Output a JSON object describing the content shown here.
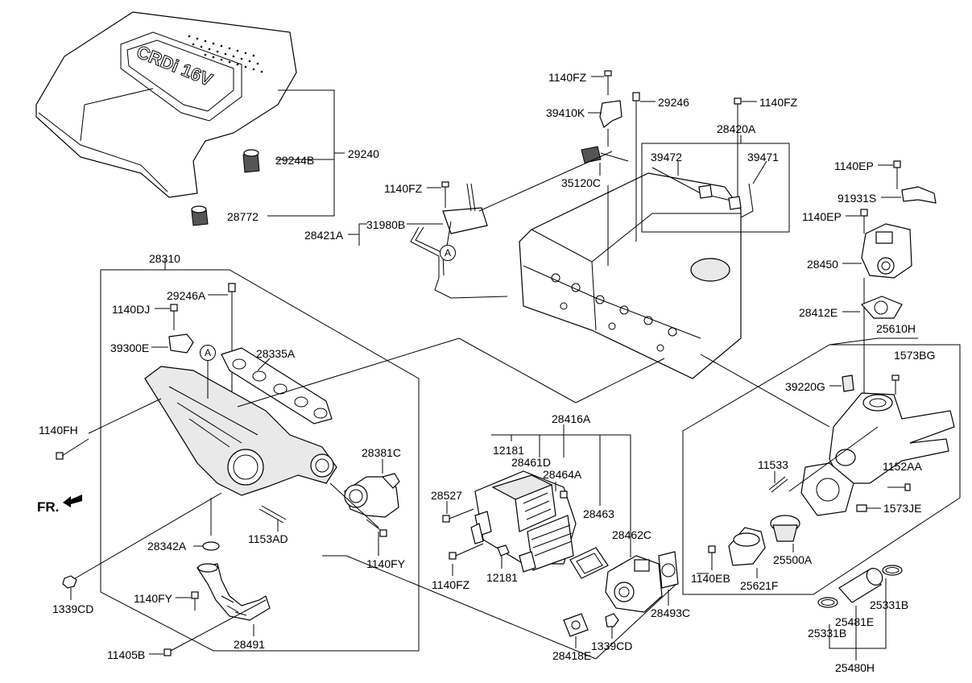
{
  "labels": [
    {
      "id": "29240",
      "text": "29240"
    },
    {
      "id": "29244B",
      "text": "29244B"
    },
    {
      "id": "28772",
      "text": "28772"
    },
    {
      "id": "1140FZ_a",
      "text": "1140FZ"
    },
    {
      "id": "39410K",
      "text": "39410K"
    },
    {
      "id": "29246",
      "text": "29246"
    },
    {
      "id": "1140FZ_b",
      "text": "1140FZ"
    },
    {
      "id": "28420A",
      "text": "28420A"
    },
    {
      "id": "39472",
      "text": "39472"
    },
    {
      "id": "39471",
      "text": "39471"
    },
    {
      "id": "35120C",
      "text": "35120C"
    },
    {
      "id": "1140FZ_c",
      "text": "1140FZ"
    },
    {
      "id": "28421A",
      "text": "28421A"
    },
    {
      "id": "31980B",
      "text": "31980B"
    },
    {
      "id": "1140EP_a",
      "text": "1140EP"
    },
    {
      "id": "91931S",
      "text": "91931S"
    },
    {
      "id": "1140EP_b",
      "text": "1140EP"
    },
    {
      "id": "28450",
      "text": "28450"
    },
    {
      "id": "28412E",
      "text": "28412E"
    },
    {
      "id": "25610H",
      "text": "25610H"
    },
    {
      "id": "1573BG",
      "text": "1573BG"
    },
    {
      "id": "39220G",
      "text": "39220G"
    },
    {
      "id": "28310",
      "text": "28310"
    },
    {
      "id": "29246A",
      "text": "29246A"
    },
    {
      "id": "1140DJ",
      "text": "1140DJ"
    },
    {
      "id": "39300E",
      "text": "39300E"
    },
    {
      "id": "28335A",
      "text": "28335A"
    },
    {
      "id": "1140FH",
      "text": "1140FH"
    },
    {
      "id": "FR",
      "text": "FR."
    },
    {
      "id": "28381C",
      "text": "28381C"
    },
    {
      "id": "1153AD",
      "text": "1153AD"
    },
    {
      "id": "28342A",
      "text": "28342A"
    },
    {
      "id": "1140FY_a",
      "text": "1140FY"
    },
    {
      "id": "1339CD_a",
      "text": "1339CD"
    },
    {
      "id": "1140FY_b",
      "text": "1140FY"
    },
    {
      "id": "28491",
      "text": "28491"
    },
    {
      "id": "11405B",
      "text": "11405B"
    },
    {
      "id": "28416A",
      "text": "28416A"
    },
    {
      "id": "12181_a",
      "text": "12181"
    },
    {
      "id": "28461D",
      "text": "28461D"
    },
    {
      "id": "28464A",
      "text": "28464A"
    },
    {
      "id": "28527",
      "text": "28527"
    },
    {
      "id": "28463",
      "text": "28463"
    },
    {
      "id": "28462C",
      "text": "28462C"
    },
    {
      "id": "1140FZ_d",
      "text": "1140FZ"
    },
    {
      "id": "12181_b",
      "text": "12181"
    },
    {
      "id": "28493C",
      "text": "28493C"
    },
    {
      "id": "28418E",
      "text": "28418E"
    },
    {
      "id": "1339CD_b",
      "text": "1339CD"
    },
    {
      "id": "11533",
      "text": "11533"
    },
    {
      "id": "1152AA",
      "text": "1152AA"
    },
    {
      "id": "1573JE",
      "text": "1573JE"
    },
    {
      "id": "25500A",
      "text": "25500A"
    },
    {
      "id": "1140EB",
      "text": "1140EB"
    },
    {
      "id": "25621F",
      "text": "25621F"
    },
    {
      "id": "25331B_a",
      "text": "25331B"
    },
    {
      "id": "25481E",
      "text": "25481E"
    },
    {
      "id": "25331B_b",
      "text": "25331B"
    },
    {
      "id": "25480H",
      "text": "25480H"
    }
  ],
  "markers": {
    "a1": "A",
    "a2": "A"
  },
  "cover_logo": "CRDi 16V"
}
